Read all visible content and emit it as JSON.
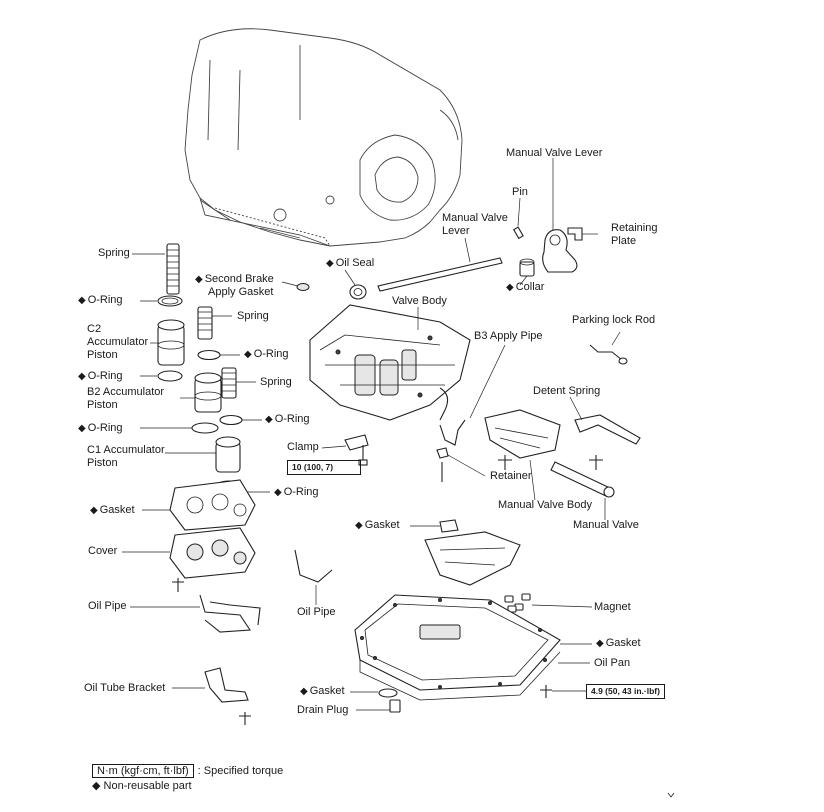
{
  "labels": {
    "spring_top": "Spring",
    "second_brake_gasket_l1": "Second Brake",
    "second_brake_gasket_l2": "Apply Gasket",
    "oil_seal": "Oil Seal",
    "manual_valve_lever_top": "Manual Valve Lever",
    "pin": "Pin",
    "manual_valve_lever_shaft_l1": "Manual Valve",
    "manual_valve_lever_shaft_l2": "Lever",
    "retaining_plate_l1": "Retaining",
    "retaining_plate_l2": "Plate",
    "collar": "Collar",
    "o_ring_1": "O-Ring",
    "spring_2": "Spring",
    "c2_accumulator_l1": "C2",
    "c2_accumulator_l2": "Accumulator",
    "c2_accumulator_l3": "Piston",
    "valve_body": "Valve Body",
    "b3_apply_pipe": "B3 Apply Pipe",
    "parking_lock_rod": "Parking lock Rod",
    "o_ring_2": "O-Ring",
    "o_ring_3": "O-Ring",
    "spring_3": "Spring",
    "b2_accumulator_l1": "B2 Accumulator",
    "b2_accumulator_l2": "Piston",
    "o_ring_4": "O-Ring",
    "detent_spring": "Detent Spring",
    "o_ring_5": "O-Ring",
    "c1_accumulator_l1": "C1 Accumulator",
    "c1_accumulator_l2": "Piston",
    "clamp": "Clamp",
    "retainer": "Retainer",
    "o_ring_6": "O-Ring",
    "manual_valve_body": "Manual Valve Body",
    "gasket_left": "Gasket",
    "gasket_mid": "Gasket",
    "manual_valve": "Manual Valve",
    "cover": "Cover",
    "oil_pipe_left": "Oil Pipe",
    "oil_pipe_mid": "Oil Pipe",
    "magnet": "Magnet",
    "gasket_pan": "Gasket",
    "oil_pan": "Oil Pan",
    "oil_tube_bracket": "Oil Tube Bracket",
    "gasket_drain": "Gasket",
    "drain_plug": "Drain Plug"
  },
  "torque": {
    "valve_body_bolt": "10 (100, 7)",
    "oil_pan_bolt": "4.9 (50, 43 in.·lbf)"
  },
  "legend": {
    "torque_units": "N·m (kgf·cm, ft·lbf)",
    "torque_desc": ": Specified torque",
    "non_reusable": "Non-reusable part"
  },
  "symbols": {
    "non_reusable": "◆"
  }
}
